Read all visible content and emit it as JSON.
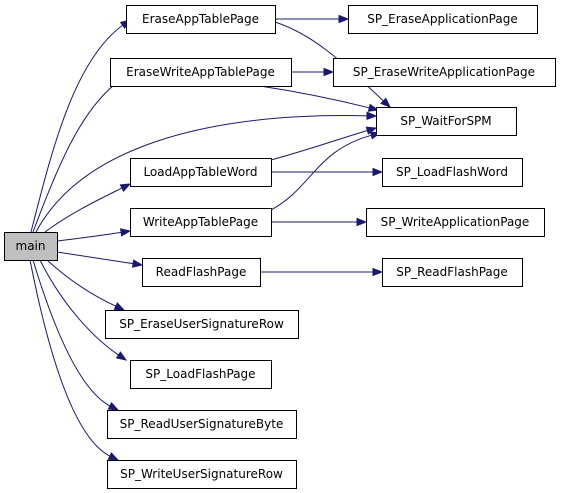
{
  "diagram": {
    "edge_color": "#191970",
    "root_fill": "#bfbfbf",
    "nodes": [
      {
        "id": "main",
        "label": "main",
        "root": true
      },
      {
        "id": "EraseAppTablePage",
        "label": "EraseAppTablePage"
      },
      {
        "id": "EraseWriteAppTablePage",
        "label": "EraseWriteAppTablePage"
      },
      {
        "id": "LoadAppTableWord",
        "label": "LoadAppTableWord"
      },
      {
        "id": "WriteAppTablePage",
        "label": "WriteAppTablePage"
      },
      {
        "id": "ReadFlashPage",
        "label": "ReadFlashPage"
      },
      {
        "id": "SP_EraseUserSignatureRow",
        "label": "SP_EraseUserSignatureRow"
      },
      {
        "id": "SP_LoadFlashPage",
        "label": "SP_LoadFlashPage"
      },
      {
        "id": "SP_ReadUserSignatureByte",
        "label": "SP_ReadUserSignatureByte"
      },
      {
        "id": "SP_WriteUserSignatureRow",
        "label": "SP_WriteUserSignatureRow"
      },
      {
        "id": "SP_EraseApplicationPage",
        "label": "SP_EraseApplicationPage"
      },
      {
        "id": "SP_EraseWriteApplicationPage",
        "label": "SP_EraseWriteApplicationPage"
      },
      {
        "id": "SP_WaitForSPM",
        "label": "SP_WaitForSPM"
      },
      {
        "id": "SP_LoadFlashWord",
        "label": "SP_LoadFlashWord"
      },
      {
        "id": "SP_WriteApplicationPage",
        "label": "SP_WriteApplicationPage"
      },
      {
        "id": "SP_ReadFlashPage",
        "label": "SP_ReadFlashPage"
      }
    ],
    "edges": [
      {
        "from": "main",
        "to": "EraseAppTablePage"
      },
      {
        "from": "main",
        "to": "EraseWriteAppTablePage"
      },
      {
        "from": "main",
        "to": "SP_WaitForSPM"
      },
      {
        "from": "main",
        "to": "LoadAppTableWord"
      },
      {
        "from": "main",
        "to": "WriteAppTablePage"
      },
      {
        "from": "main",
        "to": "ReadFlashPage"
      },
      {
        "from": "main",
        "to": "SP_EraseUserSignatureRow"
      },
      {
        "from": "main",
        "to": "SP_LoadFlashPage"
      },
      {
        "from": "main",
        "to": "SP_ReadUserSignatureByte"
      },
      {
        "from": "main",
        "to": "SP_WriteUserSignatureRow"
      },
      {
        "from": "EraseAppTablePage",
        "to": "SP_EraseApplicationPage"
      },
      {
        "from": "EraseAppTablePage",
        "to": "SP_WaitForSPM"
      },
      {
        "from": "EraseWriteAppTablePage",
        "to": "SP_EraseWriteApplicationPage"
      },
      {
        "from": "EraseWriteAppTablePage",
        "to": "SP_WaitForSPM"
      },
      {
        "from": "LoadAppTableWord",
        "to": "SP_WaitForSPM"
      },
      {
        "from": "LoadAppTableWord",
        "to": "SP_LoadFlashWord"
      },
      {
        "from": "WriteAppTablePage",
        "to": "SP_WaitForSPM"
      },
      {
        "from": "WriteAppTablePage",
        "to": "SP_WriteApplicationPage"
      },
      {
        "from": "ReadFlashPage",
        "to": "SP_ReadFlashPage"
      }
    ]
  }
}
